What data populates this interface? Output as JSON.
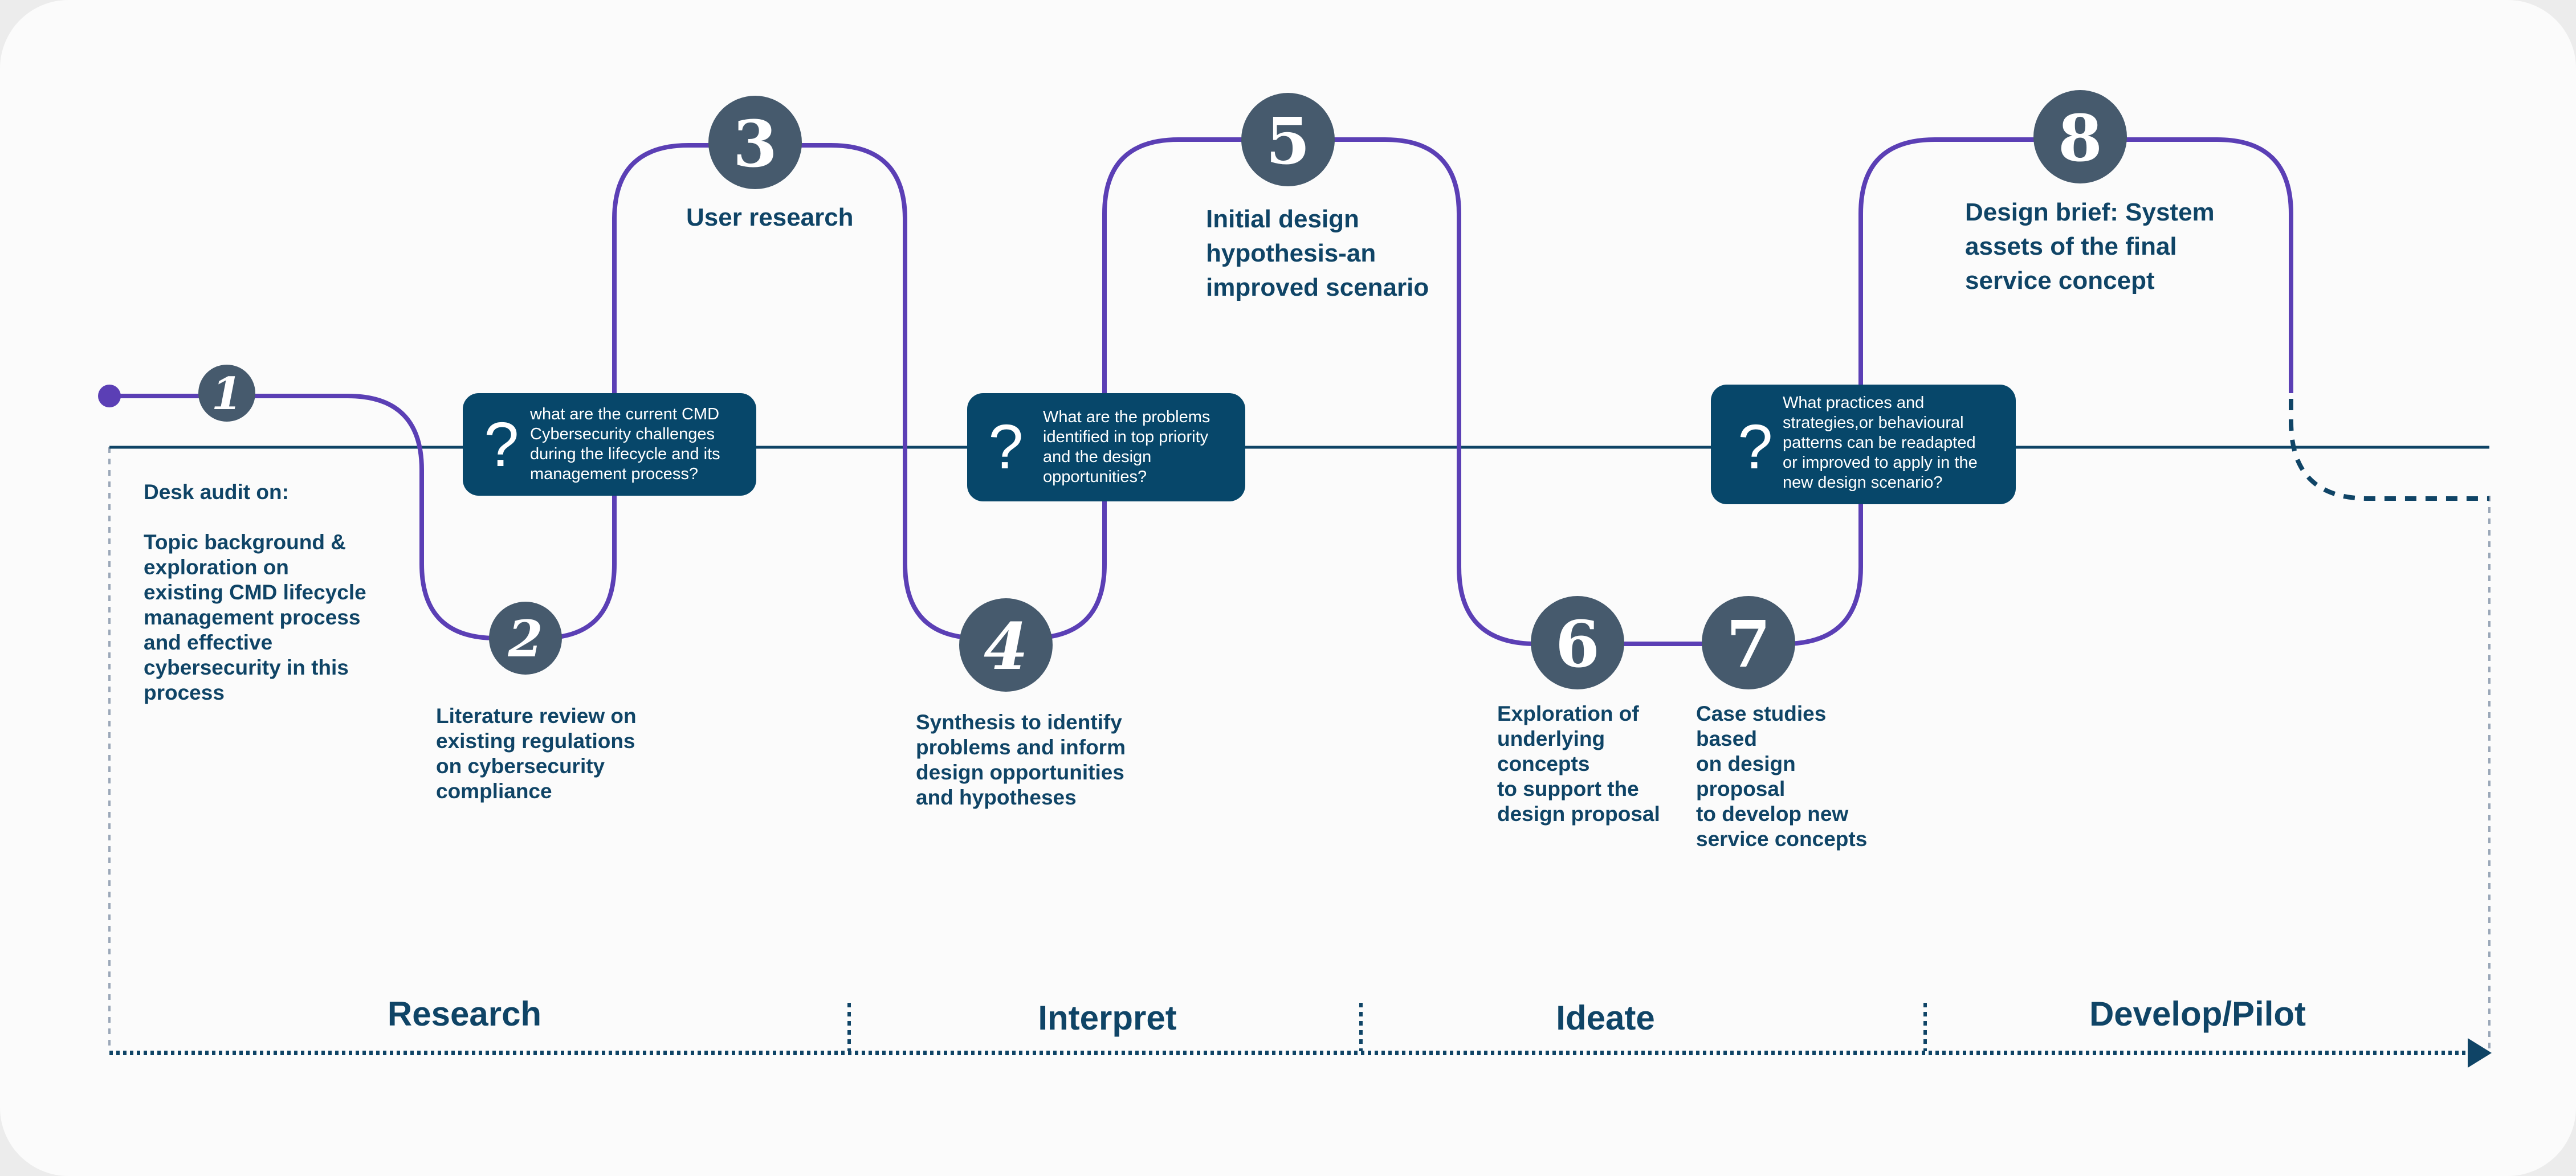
{
  "colors": {
    "path": "#5b3fb5",
    "axis": "#0f4466",
    "node": "#465a6d",
    "question_box": "#07476a",
    "text": "#0f4466",
    "guide": "#9aa7b8"
  },
  "steps": [
    {
      "number": "1",
      "lines": []
    },
    {
      "number": "2",
      "lines": [
        "Literature review on",
        "existing regulations",
        "on cybersecurity",
        "compliance"
      ]
    },
    {
      "number": "3",
      "lines": [
        "User research"
      ]
    },
    {
      "number": "4",
      "lines": [
        "Synthesis to identify",
        "problems and inform",
        "design opportunities",
        "and hypotheses"
      ]
    },
    {
      "number": "5",
      "lines": [
        "Initial design",
        "hypothesis-an",
        "improved scenario"
      ]
    },
    {
      "number": "6",
      "lines": [
        "Exploration of",
        "underlying concepts",
        "to support the",
        "design proposal"
      ]
    },
    {
      "number": "7",
      "lines": [
        "Case studies based",
        "on design proposal",
        "to develop new",
        "service concepts"
      ]
    },
    {
      "number": "8",
      "lines": [
        "Design brief: System",
        "assets of the final",
        "service concept"
      ]
    }
  ],
  "desk_audit": {
    "heading": "Desk audit on:",
    "lines": [
      "Topic background &",
      "exploration on",
      "existing CMD lifecycle",
      "management process",
      "and effective",
      "cybersecurity in this",
      "process"
    ]
  },
  "questions": [
    {
      "mark": "?",
      "lines": [
        "what are the current CMD",
        "Cybersecurity challenges",
        "during the lifecycle and its",
        "management process?"
      ]
    },
    {
      "mark": "?",
      "lines": [
        "What are the problems",
        "identified in top priority",
        "and the design",
        "opportunities?"
      ]
    },
    {
      "mark": "?",
      "lines": [
        "What practices and",
        "strategies,or behavioural",
        "patterns can be readapted",
        "or improved to apply in the",
        "new design scenario?"
      ]
    }
  ],
  "phases": [
    "Research",
    "Interpret",
    "Ideate",
    "Develop/Pilot"
  ]
}
